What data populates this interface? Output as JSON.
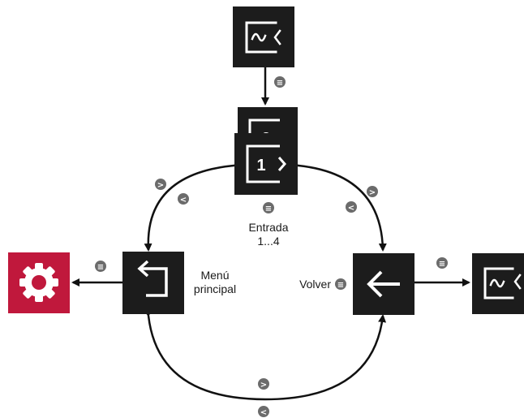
{
  "colors": {
    "tile": "#1c1c1c",
    "tile_icon": "#ffffff",
    "arrow": "#111111",
    "badge": "#6b6b6b",
    "badge_glyph": "#ffffff",
    "settings_tile": "#c0183c",
    "settings_icon": "#ffffff"
  },
  "nodes": {
    "signal_top": {
      "icon": "signal-input-icon"
    },
    "input_stack": {
      "icon": "input-number-icon",
      "number_front": "1",
      "number_back": "8"
    },
    "back_menu": {
      "icon": "return-arrow-icon"
    },
    "volver": {
      "icon": "left-arrow-icon"
    },
    "settings": {
      "icon": "gear-icon"
    },
    "signal_right": {
      "icon": "signal-input-icon"
    }
  },
  "labels": {
    "entrada_line1": "Entrada",
    "entrada_line2": "1...4",
    "menu_line1": "Menú",
    "menu_line2": "principal",
    "volver": "Volver"
  },
  "badges": {
    "next": ">",
    "prev": "<",
    "menu": "≡"
  }
}
